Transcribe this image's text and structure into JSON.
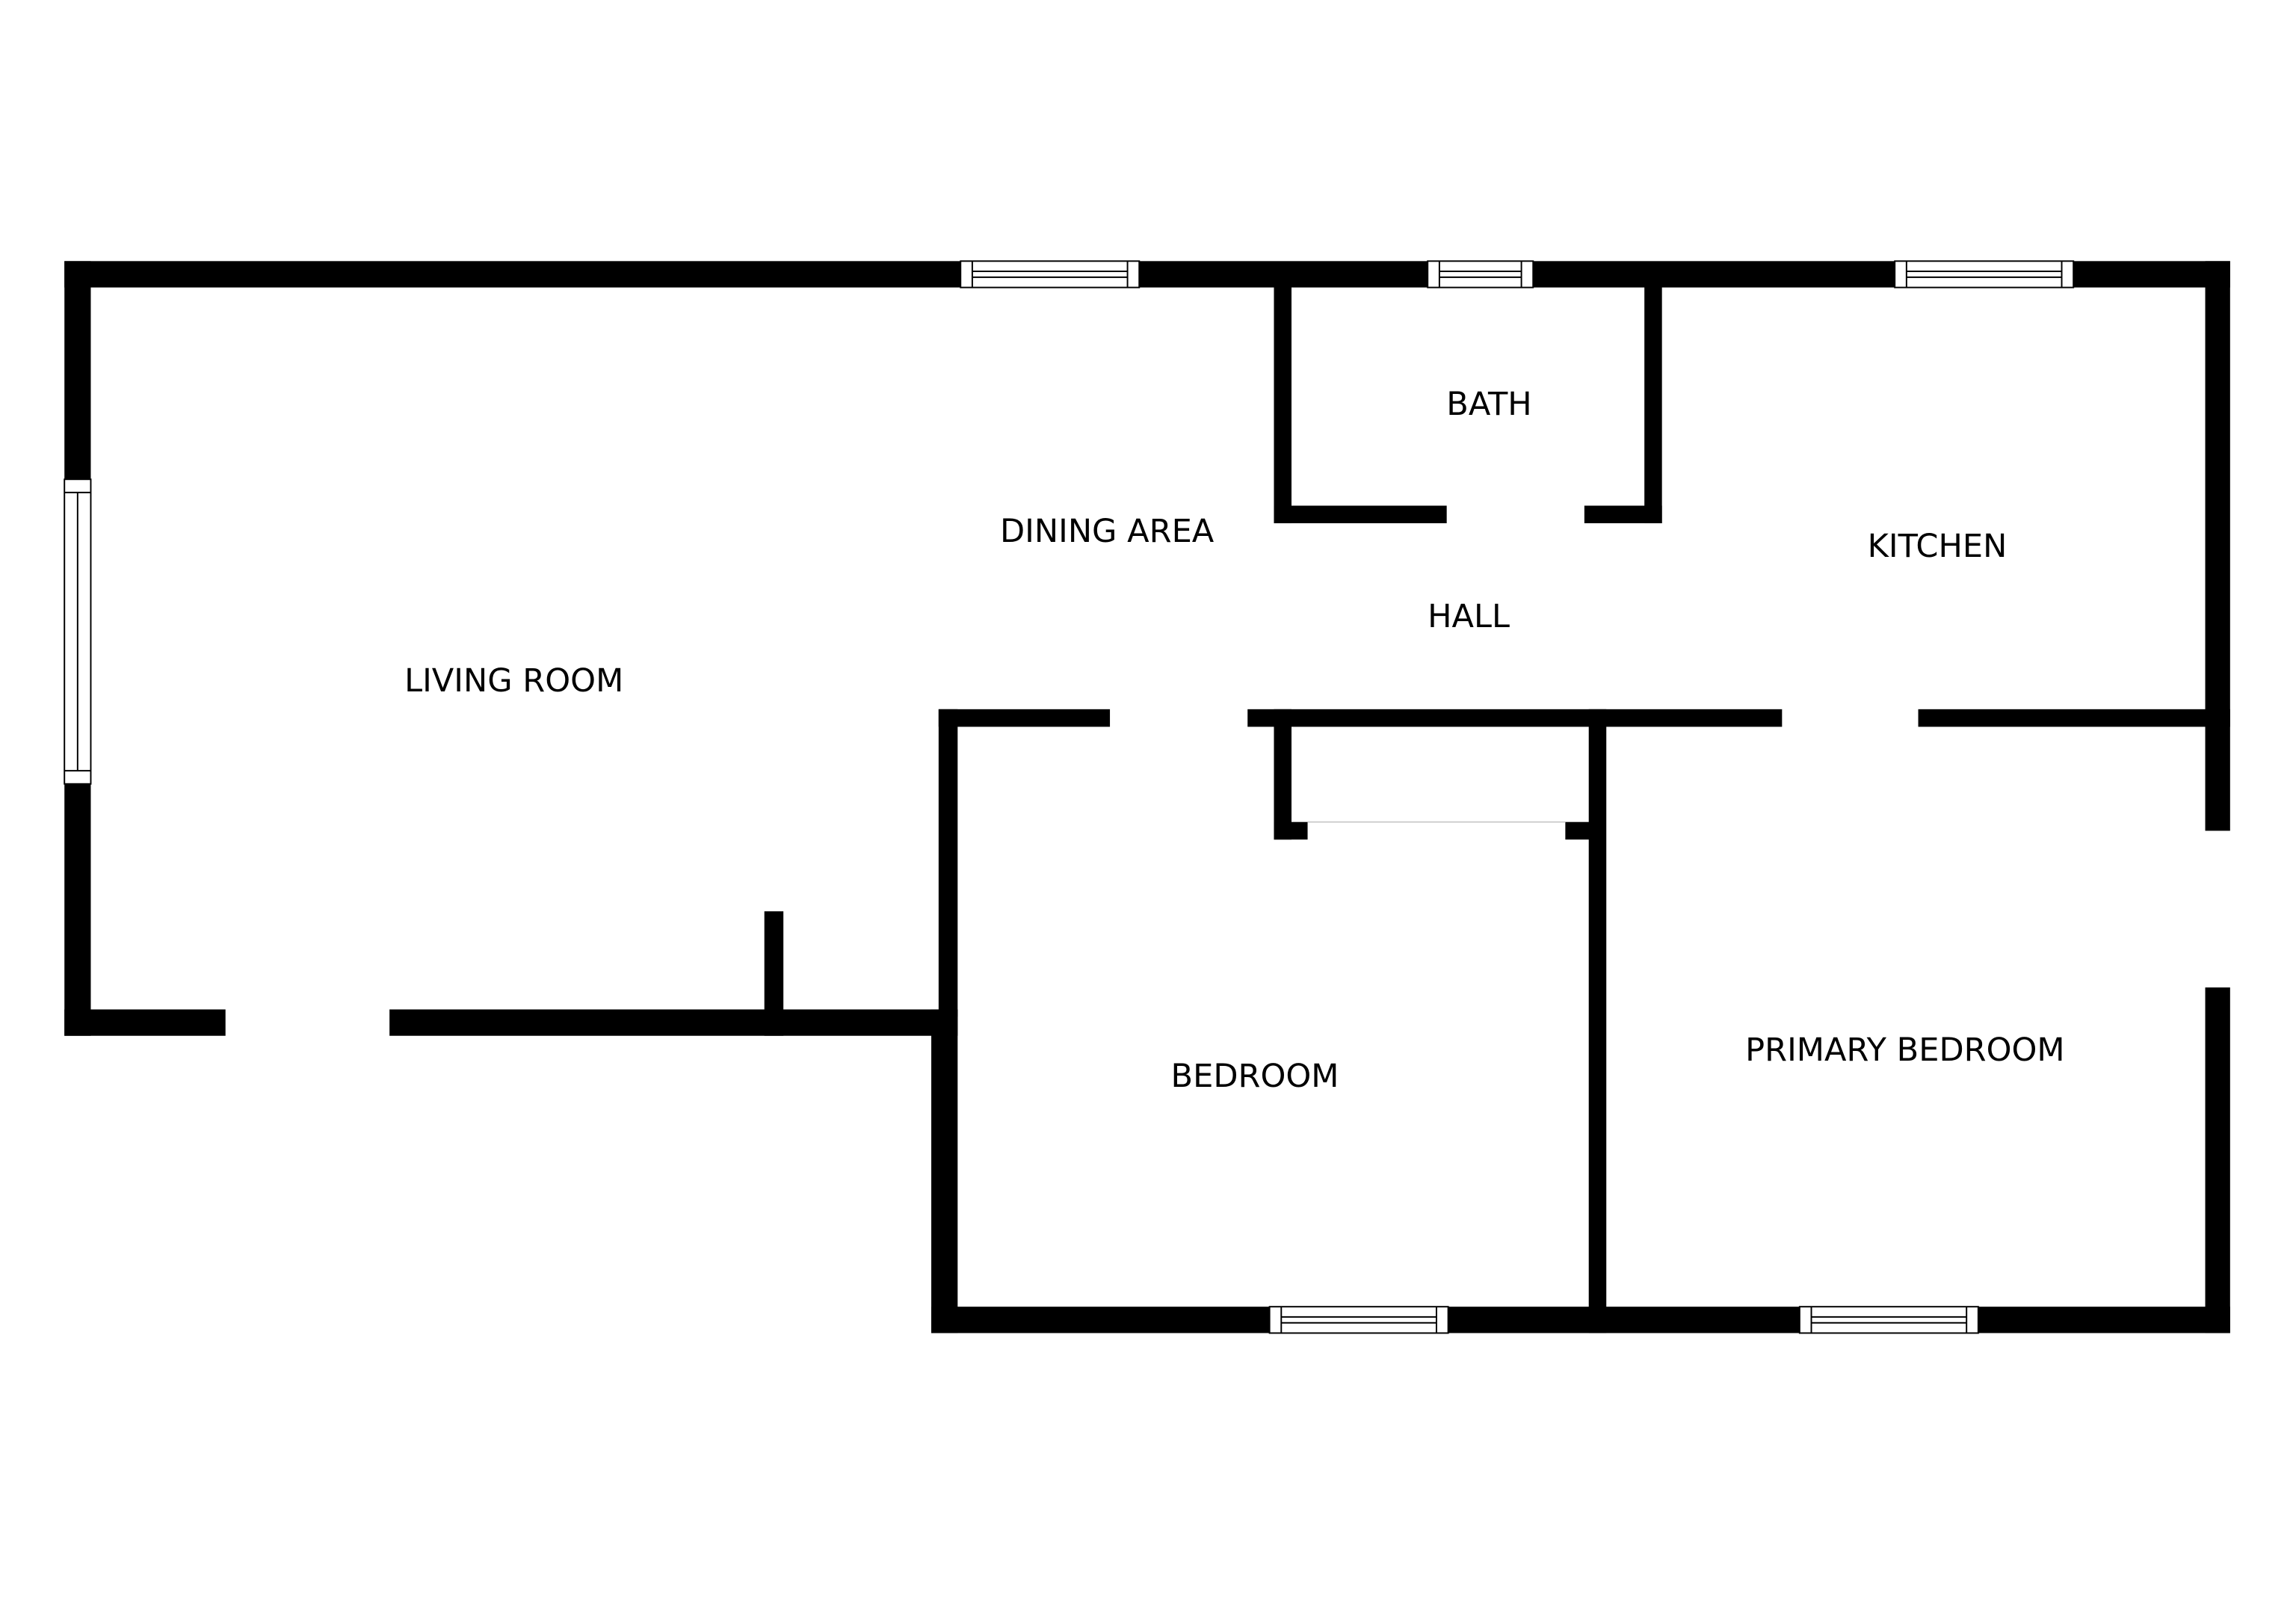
{
  "floorplan": {
    "rooms": [
      {
        "id": "living-room",
        "label": "LIVING ROOM"
      },
      {
        "id": "dining-area",
        "label": "DINING AREA"
      },
      {
        "id": "bath",
        "label": "BATH"
      },
      {
        "id": "kitchen",
        "label": "KITCHEN"
      },
      {
        "id": "hall",
        "label": "HALL"
      },
      {
        "id": "bedroom",
        "label": "BEDROOM"
      },
      {
        "id": "primary-bedroom",
        "label": "PRIMARY BEDROOM"
      }
    ],
    "colors": {
      "wall": "#000000",
      "background": "#ffffff"
    }
  }
}
